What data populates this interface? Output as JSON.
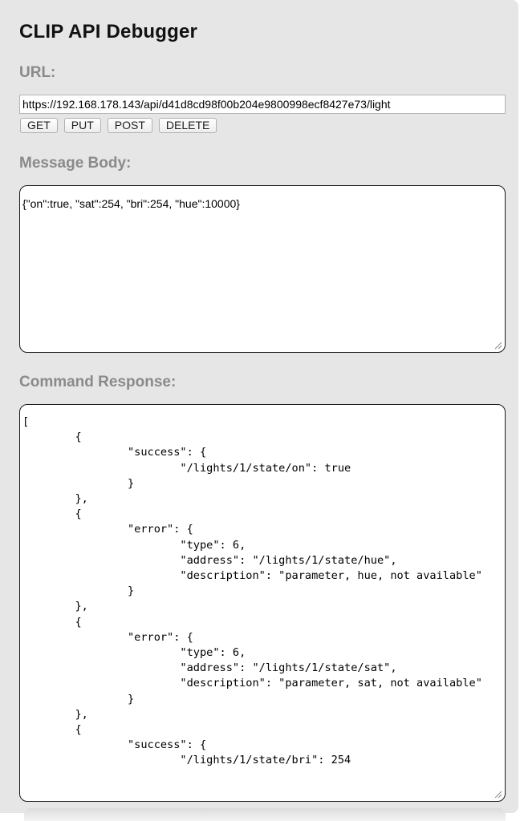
{
  "app": {
    "title": "CLIP API Debugger"
  },
  "url_section": {
    "label": "URL:",
    "value": "https://192.168.178.143/api/d41d8cd98f00b204e9800998ecf8427e73/light"
  },
  "buttons": {
    "get": "GET",
    "put": "PUT",
    "post": "POST",
    "delete": "DELETE"
  },
  "message_body": {
    "label": "Message Body:",
    "value": "{\"on\":true, \"sat\":254, \"bri\":254, \"hue\":10000}"
  },
  "command_response": {
    "label": "Command Response:",
    "value": "[\n\t{\n\t\t\"success\": {\n\t\t\t\"/lights/1/state/on\": true\n\t\t}\n\t},\n\t{\n\t\t\"error\": {\n\t\t\t\"type\": 6,\n\t\t\t\"address\": \"/lights/1/state/hue\",\n\t\t\t\"description\": \"parameter, hue, not available\"\n\t\t}\n\t},\n\t{\n\t\t\"error\": {\n\t\t\t\"type\": 6,\n\t\t\t\"address\": \"/lights/1/state/sat\",\n\t\t\t\"description\": \"parameter, sat, not available\"\n\t\t}\n\t},\n\t{\n\t\t\"success\": {\n\t\t\t\"/lights/1/state/bri\": 254"
  },
  "icons": {
    "resize_grip": "resize-grip-icon"
  },
  "colors": {
    "panel_background": "#e6e6e6",
    "section_label": "#8a8a8a",
    "title": "#111111"
  }
}
